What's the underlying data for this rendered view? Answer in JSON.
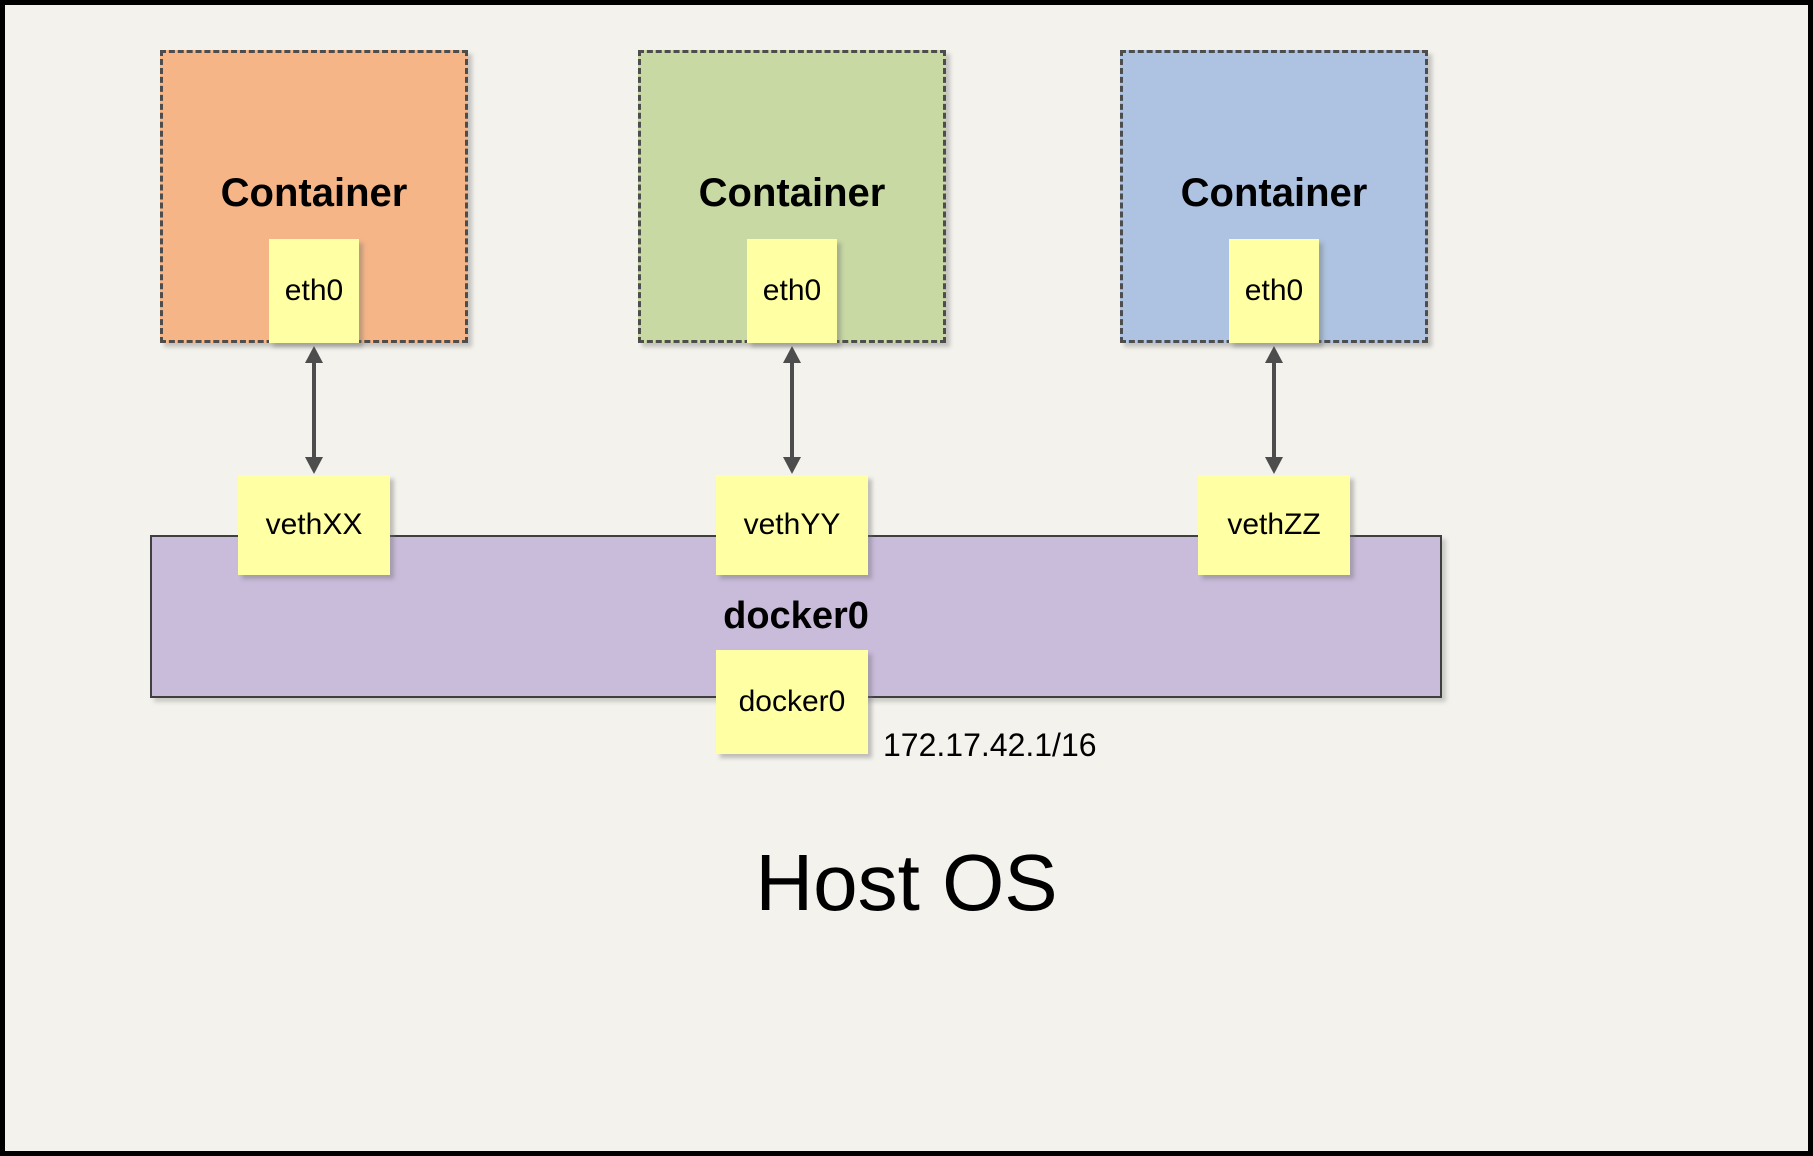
{
  "diagram": {
    "containers": [
      {
        "label": "Container",
        "eth_label": "eth0",
        "veth_label": "vethXX",
        "fill": "#F6B587"
      },
      {
        "label": "Container",
        "eth_label": "eth0",
        "veth_label": "vethYY",
        "fill": "#C8D9A3"
      },
      {
        "label": "Container",
        "eth_label": "eth0",
        "veth_label": "vethZZ",
        "fill": "#AEC3E1"
      }
    ],
    "bridge": {
      "label": "docker0",
      "interface_label": "docker0",
      "ip": "172.17.42.1/16",
      "fill": "#C9BBDA"
    },
    "host_label": "Host OS",
    "colors": {
      "note_yellow": "#FFFFA3",
      "background": "#F4F2EC",
      "line": "#4D4D4D"
    }
  }
}
